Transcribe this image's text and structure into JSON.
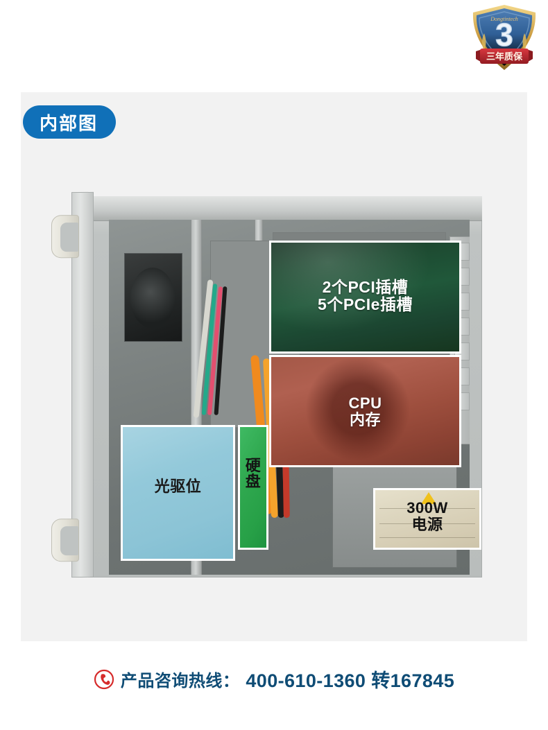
{
  "badge": {
    "brand": "Dongtintech",
    "years_number": "3",
    "ribbon_text": "三年质保",
    "shield_color": "#2f5f96",
    "ribbon_color": "#b8202a"
  },
  "section": {
    "title": "内部图",
    "pill_color": "#1070b8",
    "panel_color": "#f2f2f2"
  },
  "annotations": [
    {
      "name": "pci-slots",
      "line1": "2个PCI插槽",
      "line2": "5个PCIe插槽",
      "text_color": "#ffffff",
      "border_color": "#ffffff"
    },
    {
      "name": "cpu-memory",
      "line1": "CPU",
      "line2": "内存",
      "text_color": "#ffffff",
      "border_color": "#ffffff"
    },
    {
      "name": "optical-drive-bay",
      "line1": "光驱位",
      "text_color": "#1a1a1a",
      "border_color": "#ffffff",
      "fill_color": "#8cc4d6"
    },
    {
      "name": "hard-disk",
      "line1": "硬",
      "line2": "盘",
      "text_color": "#141414",
      "border_color": "#ffffff",
      "fill_color": "#27a047"
    },
    {
      "name": "power-supply",
      "line1": "300W",
      "line2": "电源",
      "text_color": "#131313",
      "border_color": "#ffffff",
      "fill_color": "#d6cdb4"
    }
  ],
  "footer": {
    "icon": "phone-icon",
    "icon_color": "#d62b2b",
    "label": "产品咨询热线：",
    "number": "400-610-1360 转167845",
    "text_color": "#0f4c75"
  }
}
